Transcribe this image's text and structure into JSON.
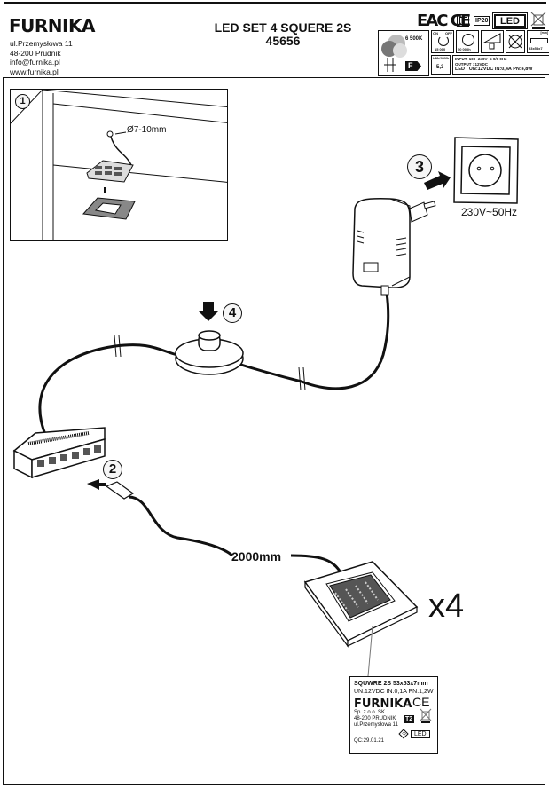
{
  "company": {
    "logo": "FURNIKA",
    "address_lines": [
      "ul.Przemysłowa 11",
      "48-200 Prudnik",
      "info@furnika.pl",
      "www.furnika.pl"
    ]
  },
  "product": {
    "title": "LED SET 4 SQUERE 2S",
    "code": "45656"
  },
  "certifications": {
    "marks": "EAC CE",
    "class_symbol": "class II",
    "ip_rating": "IP20",
    "led_badge": "LED",
    "weee_icon": "crossed-bin",
    "color_temp": "6 500K",
    "energy_class": "F",
    "switch_cycles_label_on": "ON",
    "switch_cycles_label_off": "OFF",
    "switch_cycles": "15 000",
    "lifetime": "50 000h",
    "dimensions": "53x53x7",
    "dim_unit": "[mm]",
    "kwh_label": "kWh/1000h",
    "kwh_value": "5,3",
    "input": "INPUT: 100 -240V~5 0/6 0Hz",
    "output": "OUTPUT : 12VDC",
    "led_spec": "LED : UN:12VDC  IN:0,4A  PN:4,8W"
  },
  "steps": [
    {
      "number": "1",
      "annotation": "Ø7-10mm"
    },
    {
      "number": "2"
    },
    {
      "number": "3",
      "annotation": "230V~50Hz"
    },
    {
      "number": "4"
    }
  ],
  "cable_length": "2000mm",
  "quantity": "x4",
  "spec_label": {
    "model": "SQUWRE 2S 53x53x7mm",
    "ratings": "UN:12VDC  IN:0,1A  PN:1,2W",
    "logo": "FURNIKA",
    "ce": "CE",
    "company": [
      "Sp. z o.o. SK",
      "48-200 PRUDNIK",
      "ul.Przemysłowa 11"
    ],
    "t2": "T2",
    "qc": "QC:29.01.21",
    "led": "LED",
    "class_iii": "III"
  }
}
